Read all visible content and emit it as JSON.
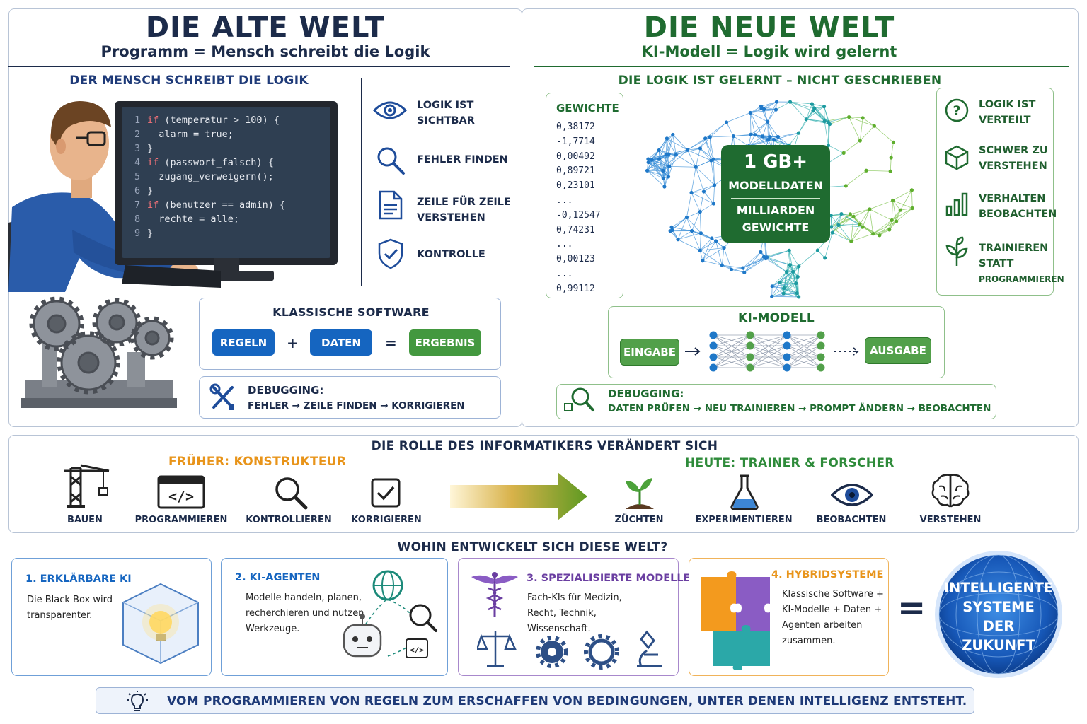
{
  "left": {
    "title": "DIE ALTE WELT",
    "subtitle": "Programm = Mensch schreibt die Logik",
    "section_label": "DER MENSCH SCHREIBT DIE LOGIK",
    "code": [
      {
        "n": "1",
        "kw": "if",
        "rest": " (temperatur > 100) {"
      },
      {
        "n": "2",
        "kw": "",
        "rest": "  alarm = true;"
      },
      {
        "n": "3",
        "kw": "",
        "rest": "}"
      },
      {
        "n": "4",
        "kw": "if",
        "rest": " (passwort_falsch) {"
      },
      {
        "n": "5",
        "kw": "",
        "rest": "  zugang_verweigern();"
      },
      {
        "n": "6",
        "kw": "",
        "rest": "}"
      },
      {
        "n": "7",
        "kw": "if",
        "rest": " (benutzer == admin) {"
      },
      {
        "n": "8",
        "kw": "",
        "rest": "  rechte = alle;"
      },
      {
        "n": "9",
        "kw": "",
        "rest": "}"
      }
    ],
    "features": [
      {
        "line1": "LOGIK IST",
        "line2": "SICHTBAR",
        "icon": "eye-icon"
      },
      {
        "line1": "FEHLER FINDEN",
        "line2": "",
        "icon": "search-icon"
      },
      {
        "line1": "ZEILE FÜR ZEILE",
        "line2": "VERSTEHEN",
        "icon": "document-icon"
      },
      {
        "line1": "KONTROLLE",
        "line2": "",
        "icon": "shield-check-icon"
      }
    ],
    "classic": {
      "title": "KLASSISCHE SOFTWARE",
      "regeln": "REGELN",
      "plus": "+",
      "daten": "DATEN",
      "equals": "=",
      "ergebnis": "ERGEBNIS"
    },
    "debugging": {
      "title": "DEBUGGING:",
      "text": "FEHLER → ZEILE FINDEN → KORRIGIEREN"
    }
  },
  "right": {
    "title": "DIE NEUE WELT",
    "subtitle": "KI-Modell = Logik wird gelernt",
    "section_label": "DIE LOGIK IST GELERNT – NICHT GESCHRIEBEN",
    "weights_title": "GEWICHTE",
    "weights": [
      "0,38172",
      "-1,7714",
      "0,00492",
      "0,89721",
      "0,23101",
      "...",
      "-0,12547",
      "0,74231",
      "...",
      "0,00123",
      "...",
      "0,99112"
    ],
    "brain_box": {
      "size": "1 GB+",
      "line1": "MODELLDATEN",
      "line2": "MILLIARDEN",
      "line3": "GEWICHTE"
    },
    "features": [
      {
        "line1": "LOGIK IST",
        "line2": "VERTEILT",
        "line3": "",
        "icon": "question-icon"
      },
      {
        "line1": "SCHWER ZU",
        "line2": "VERSTEHEN",
        "line3": "",
        "icon": "cube-icon"
      },
      {
        "line1": "VERHALTEN",
        "line2": "BEOBACHTEN",
        "line3": "",
        "icon": "bar-chart-icon"
      },
      {
        "line1": "TRAINIEREN",
        "line2": "STATT",
        "line3": "PROGRAMMIEREN",
        "icon": "sprout-icon"
      }
    ],
    "model": {
      "title": "KI-MODELL",
      "input": "EINGABE",
      "output": "AUSGABE"
    },
    "debugging": {
      "title": "DEBUGGING:",
      "text": "DATEN PRÜFEN → NEU TRAINIEREN → PROMPT ÄNDERN → BEOBACHTEN"
    }
  },
  "roles": {
    "title": "DIE ROLLE DES INFORMATIKERS VERÄNDERT SICH",
    "before_label": "FRÜHER: KONSTRUKTEUR",
    "after_label": "HEUTE: TRAINER & FORSCHER",
    "before": [
      {
        "label": "BAUEN",
        "icon": "crane-icon"
      },
      {
        "label": "PROGRAMMIEREN",
        "icon": "code-window-icon"
      },
      {
        "label": "KONTROLLIEREN",
        "icon": "magnifier-icon"
      },
      {
        "label": "KORRIGIEREN",
        "icon": "checkbox-icon"
      }
    ],
    "after": [
      {
        "label": "ZÜCHTEN",
        "icon": "seedling-icon"
      },
      {
        "label": "EXPERIMENTIEREN",
        "icon": "flask-icon"
      },
      {
        "label": "BEOBACHTEN",
        "icon": "eye-icon"
      },
      {
        "label": "VERSTEHEN",
        "icon": "brain-icon"
      }
    ]
  },
  "future": {
    "title": "WOHIN ENTWICKELT SICH DIESE WELT?",
    "cards": [
      {
        "title": "1. ERKLÄRBARE KI",
        "text": [
          "Die Black Box wird",
          "transparenter."
        ]
      },
      {
        "title": "2. KI-AGENTEN",
        "text": [
          "Modelle handeln, planen,",
          "recherchieren und nutzen",
          "Werkzeuge."
        ]
      },
      {
        "title": "3. SPEZIALISIERTE MODELLE",
        "text": [
          "Fach-KIs für Medizin,",
          "Recht, Technik,",
          "Wissenschaft."
        ]
      },
      {
        "title": "4. HYBRIDSYSTEME",
        "text": [
          "Klassische Software +",
          "KI-Modelle + Daten +",
          "Agenten arbeiten",
          "zusammen."
        ]
      }
    ],
    "equals": "=",
    "result": [
      "INTELLIGENTE",
      "SYSTEME",
      "DER",
      "ZUKUNFT"
    ]
  },
  "footer": "VOM PROGRAMMIEREN VON REGELN ZUM ERSCHAFFEN VON BEDINGUNGEN, UNTER DENEN INTELLIGENZ ENTSTEHT.",
  "colors": {
    "navy": "#1c2b4a",
    "blue": "#1565c0",
    "green": "#1f6b30",
    "orange": "#e8941a",
    "purple": "#6a3ea1"
  }
}
